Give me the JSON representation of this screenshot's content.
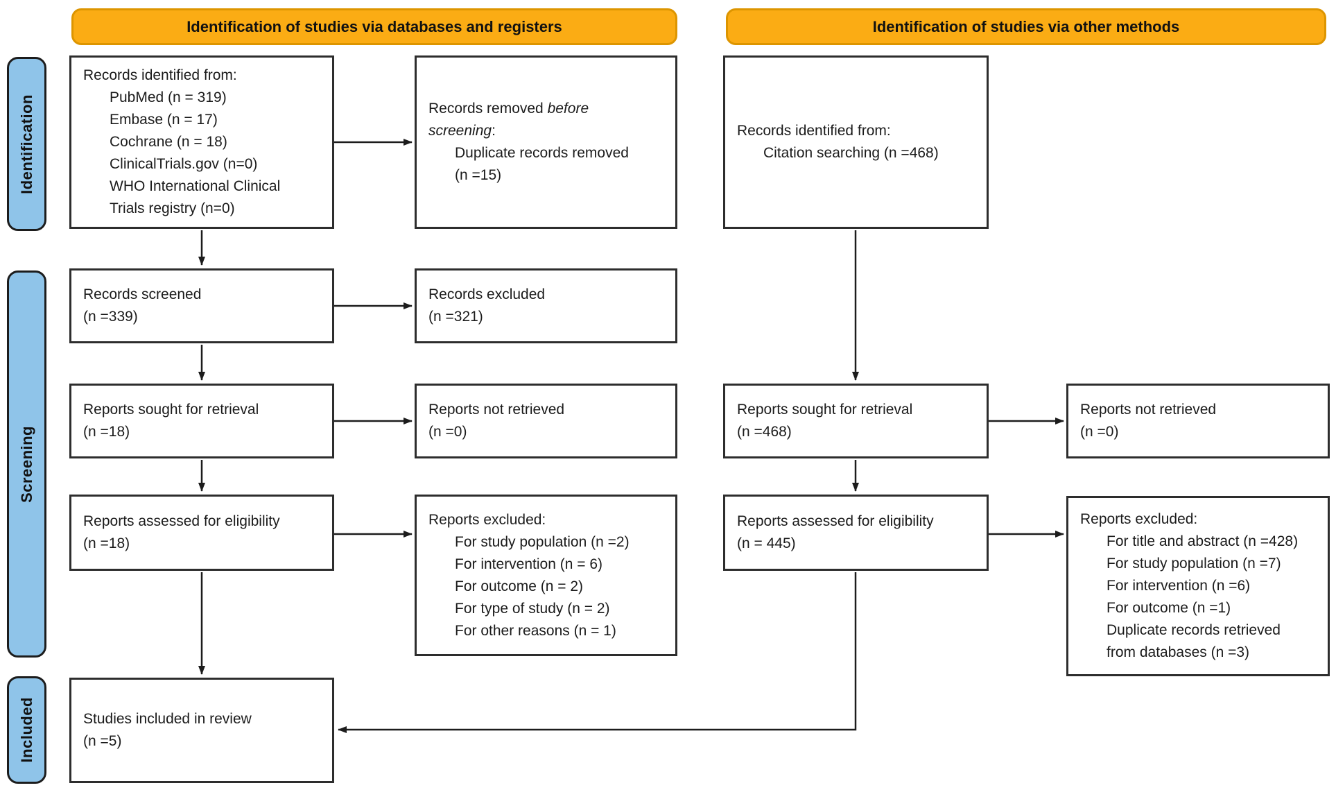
{
  "banners": {
    "databases": "Identification of studies via databases and registers",
    "other": "Identification of studies via other methods"
  },
  "stages": {
    "identification": "Identification",
    "screening": "Screening",
    "included": "Included"
  },
  "boxes": {
    "records_identified_databases": {
      "lines": [
        {
          "t": "Records identified from:",
          "i": 0
        },
        {
          "t": "PubMed (n = 319)",
          "i": 1
        },
        {
          "t": "Embase (n = 17)",
          "i": 1
        },
        {
          "t": "Cochrane (n = 18)",
          "i": 1
        },
        {
          "t": "ClinicalTrials.gov (n=0)",
          "i": 1
        },
        {
          "t": "WHO International Clinical",
          "i": 1
        },
        {
          "t": "Trials registry (n=0)",
          "i": 1
        }
      ]
    },
    "records_removed": {
      "lines": [
        {
          "t": "Records removed *before*",
          "i": 0
        },
        {
          "t": "*screening*:",
          "i": 0
        },
        {
          "t": "Duplicate records removed",
          "i": 1
        },
        {
          "t": "(n =15)",
          "i": 1
        }
      ]
    },
    "records_identified_other": {
      "lines": [
        {
          "t": "Records identified from:",
          "i": 0
        },
        {
          "t": "Citation searching (n =468)",
          "i": 1
        }
      ]
    },
    "records_screened": {
      "lines": [
        {
          "t": "Records screened",
          "i": 0
        },
        {
          "t": "(n =339)",
          "i": 0
        }
      ]
    },
    "records_excluded": {
      "lines": [
        {
          "t": "Records excluded",
          "i": 0
        },
        {
          "t": "(n =321)",
          "i": 0
        }
      ]
    },
    "reports_sought_databases": {
      "lines": [
        {
          "t": "Reports sought for retrieval",
          "i": 0
        },
        {
          "t": "(n =18)",
          "i": 0
        }
      ]
    },
    "reports_not_retrieved_databases": {
      "lines": [
        {
          "t": "Reports not retrieved",
          "i": 0
        },
        {
          "t": "(n =0)",
          "i": 0
        }
      ]
    },
    "reports_sought_other": {
      "lines": [
        {
          "t": "Reports sought for retrieval",
          "i": 0
        },
        {
          "t": "(n =468)",
          "i": 0
        }
      ]
    },
    "reports_not_retrieved_other": {
      "lines": [
        {
          "t": "Reports not retrieved",
          "i": 0
        },
        {
          "t": "(n =0)",
          "i": 0
        }
      ]
    },
    "reports_assessed_databases": {
      "lines": [
        {
          "t": "Reports assessed for eligibility",
          "i": 0
        },
        {
          "t": "(n =18)",
          "i": 0
        }
      ]
    },
    "reports_excluded_databases": {
      "lines": [
        {
          "t": "Reports excluded:",
          "i": 0
        },
        {
          "t": "For study population (n =2)",
          "i": 1
        },
        {
          "t": "For intervention (n = 6)",
          "i": 1
        },
        {
          "t": "For outcome (n = 2)",
          "i": 1
        },
        {
          "t": "For type of study (n = 2)",
          "i": 1
        },
        {
          "t": "For other reasons (n = 1)",
          "i": 1
        }
      ]
    },
    "reports_assessed_other": {
      "lines": [
        {
          "t": "Reports assessed for eligibility",
          "i": 0
        },
        {
          "t": "(n = 445)",
          "i": 0
        }
      ]
    },
    "reports_excluded_other": {
      "lines": [
        {
          "t": "Reports excluded:",
          "i": 0
        },
        {
          "t": "For title and abstract (n =428)",
          "i": 1
        },
        {
          "t": "For study population (n =7)",
          "i": 1
        },
        {
          "t": "For intervention (n =6)",
          "i": 1
        },
        {
          "t": "For outcome (n =1)",
          "i": 1
        },
        {
          "t": "Duplicate records retrieved",
          "i": 1
        },
        {
          "t": "from databases (n =3)",
          "i": 1
        }
      ]
    },
    "studies_included": {
      "lines": [
        {
          "t": "Studies included in review",
          "i": 0
        },
        {
          "t": "(n =5)",
          "i": 0
        }
      ]
    }
  },
  "colors": {
    "banner_fill": "#FBAC14",
    "banner_border": "#DD9500",
    "stage_fill": "#8FC4E9",
    "stage_border": "#1C1C1C",
    "box_border": "#2D2D2D",
    "arrow": "#1C1C1C"
  }
}
